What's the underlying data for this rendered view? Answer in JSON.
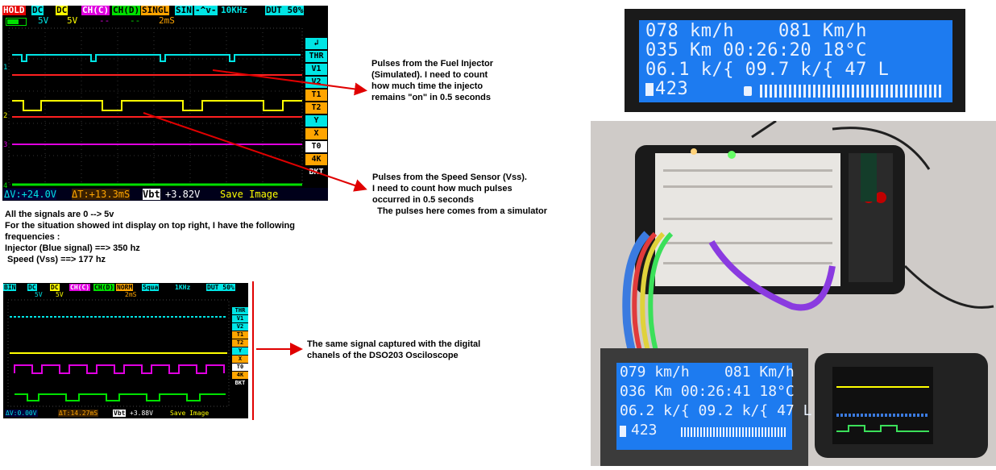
{
  "scope1": {
    "status_bar": [
      {
        "text": "HOLD",
        "fg": "#ffffff",
        "bg": "#e60000"
      },
      {
        "text": "DC",
        "fg": "#000000",
        "bg": "#00e5e5"
      },
      {
        "text": "DC",
        "fg": "#000000",
        "bg": "#ffff00"
      },
      {
        "text": "CH(C)",
        "fg": "#ffffff",
        "bg": "#e000e0"
      },
      {
        "text": "CH(D)",
        "fg": "#000000",
        "bg": "#00e000"
      },
      {
        "text": "SINGL",
        "fg": "#000000",
        "bg": "#ffa500"
      },
      {
        "text": "SIN",
        "fg": "#000000",
        "bg": "#00e5e5"
      },
      {
        "text": "-^v-",
        "fg": "#000000",
        "bg": "#00e5e5"
      },
      {
        "text": "10KHz",
        "fg": "#00e5e5",
        "bg": "#000000"
      },
      {
        "text": "DUT 50%",
        "fg": "#000000",
        "bg": "#00e5e5"
      }
    ],
    "sub_bar": {
      "ch_a_scale": "5V",
      "ch_b_scale": "5V",
      "ch_c_scale": "--",
      "ch_d_scale": "--",
      "timebase": "2mS"
    },
    "side_buttons": [
      "THR",
      "V1",
      "V2",
      "T1",
      "T2",
      "Y",
      "X",
      "T0",
      "4K",
      "BKT"
    ],
    "channel_markers": [
      "1",
      "2",
      "3",
      "4"
    ],
    "footer": {
      "delta_v": "ΔV:+24.0V",
      "delta_t": "ΔT:+13.3mS",
      "vbt": "Vbt",
      "vbt_value": "+3.82V",
      "save": "Save Image"
    },
    "colors": {
      "ch_a": "#00e5e5",
      "ch_b": "#ffff00",
      "ch_c": "#e000e0",
      "ch_d": "#00e000",
      "cursor": "#ff2020"
    }
  },
  "scope2": {
    "status_bar": [
      {
        "text": "BIN",
        "fg": "#000000",
        "bg": "#00e5e5"
      },
      {
        "text": "DC",
        "fg": "#000000",
        "bg": "#00e5e5"
      },
      {
        "text": "DC",
        "fg": "#000000",
        "bg": "#ffff00"
      },
      {
        "text": "CH(C)",
        "fg": "#ffffff",
        "bg": "#e000e0"
      },
      {
        "text": "CH(D)",
        "fg": "#000000",
        "bg": "#00e000"
      },
      {
        "text": "NORM",
        "fg": "#000000",
        "bg": "#ffa500"
      },
      {
        "text": "Squa",
        "fg": "#000000",
        "bg": "#00e5e5"
      },
      {
        "text": "1KHz",
        "fg": "#00e5e5",
        "bg": "#000000"
      },
      {
        "text": "DUT 50%",
        "fg": "#000000",
        "bg": "#00e5e5"
      }
    ],
    "sub_bar": {
      "ch_a_scale": "5V",
      "ch_b_scale": "5V",
      "timebase": "2mS"
    },
    "side_buttons": [
      "THR",
      "V1",
      "V2",
      "T1",
      "T2",
      "Y",
      "X",
      "T0",
      "4K",
      "BKT"
    ],
    "footer": {
      "delta_v": "ΔV:0.00V",
      "delta_t": "ΔT:14.27mS",
      "vbt": "Vbt",
      "vbt_value": "+3.88V",
      "save": "Save Image"
    }
  },
  "annotations": {
    "injector": "Pulses from the Fuel Injector\n(Simulated). I need to count\nhow much time the injecto\nremains \"on\" in 0.5 seconds",
    "speed": "Pulses from the Speed Sensor (Vss).\nI need to count how much pulses\noccurred in 0.5 seconds\n  The pulses here comes from a simulator",
    "signals": "All the signals are 0 --> 5v\nFor the situation showed int display on top right, I have the following\nfrequencies :\nInjector (Blue signal) ==> 350 hz\n Speed (Vss) ==> 177 hz",
    "digital": "The same signal captured with the digital\nchanels of the DSO203 Osciloscope"
  },
  "lcd_top": {
    "line1": "078 km/h    081 Km/h",
    "line2": "035 Km 00:26:20 18°C",
    "line3": "06.1 k/{ 09.7 k/{ 47 L",
    "line4": "423"
  },
  "lcd_board": {
    "line1": "079 km/h    081 Km/h",
    "line2": "036 Km 00:26:41 18°C",
    "line3": "06.2 k/{ 09.2 k/{ 47 L",
    "line4": "423"
  }
}
